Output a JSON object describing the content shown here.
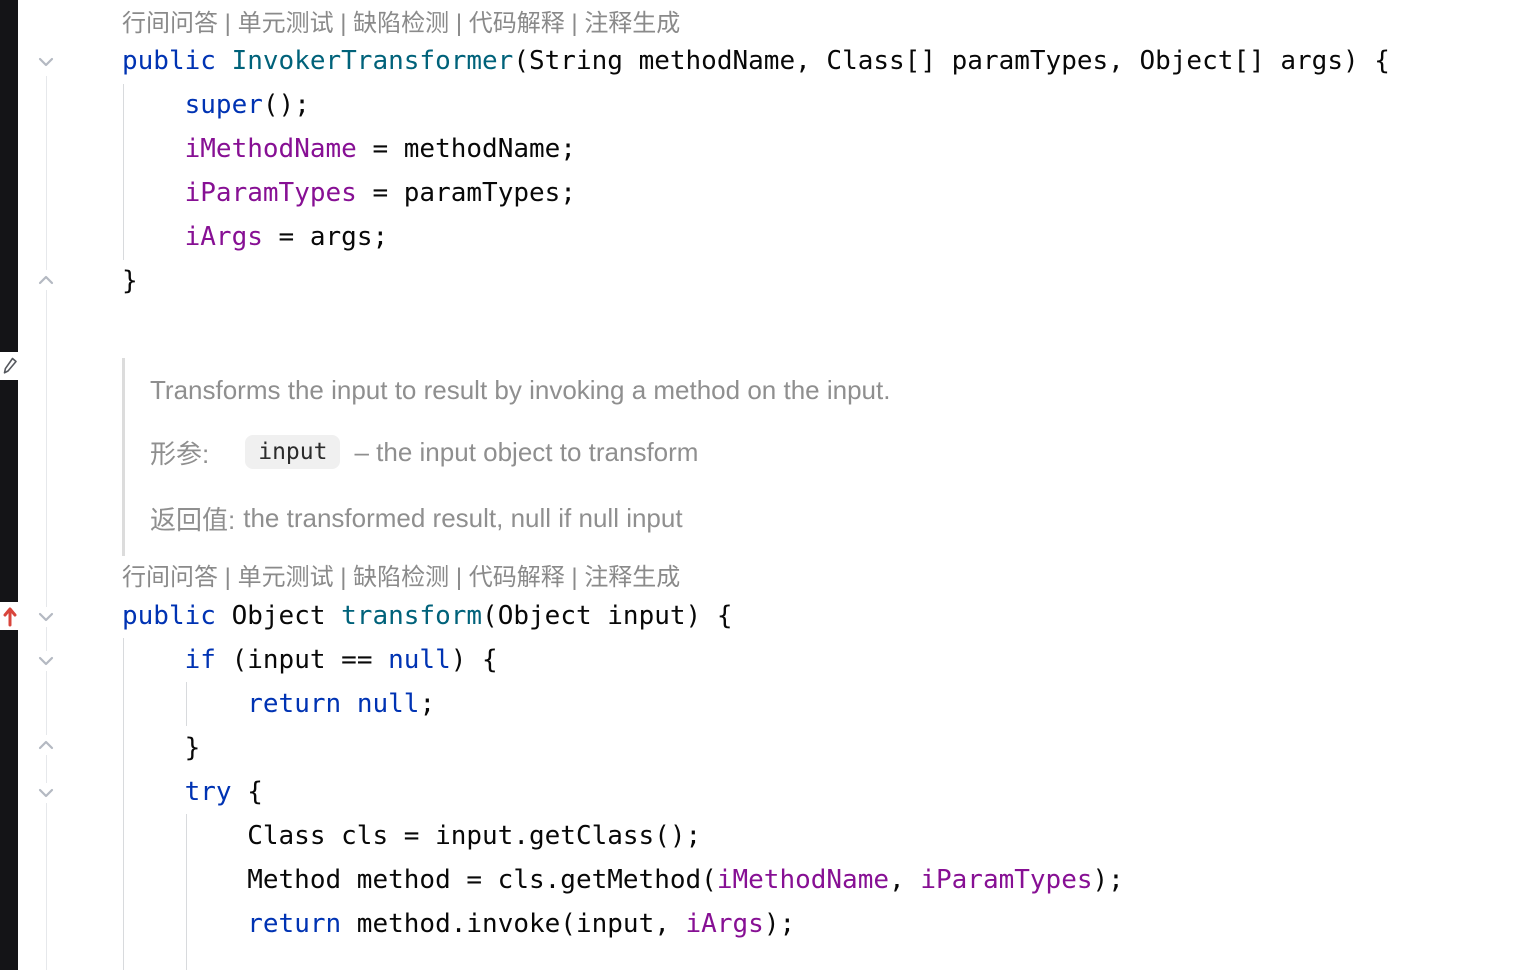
{
  "colors": {
    "keyword": "#0033B3",
    "declaration": "#00627A",
    "field": "#871094",
    "plain": "#080808",
    "hint": "#8A8A8A",
    "doc_text": "#8F8F8F",
    "chip_bg": "#F0F0F0",
    "left_bar": "#141417",
    "red_marker": "#D9453C",
    "editor_bg": "#FFFFFF"
  },
  "inline_actions": {
    "items": [
      "行间问答",
      "单元测试",
      "缺陷检测",
      "代码解释",
      "注释生成"
    ],
    "separator": " | "
  },
  "doc": {
    "summary": "Transforms the input to result by invoking a method on the input.",
    "param_label": "形参:",
    "param_name": "input",
    "param_description": "– the input object to transform",
    "return_label": "返回值:",
    "return_description": "the transformed result, null if null input"
  },
  "code": {
    "constructor_block": {
      "lines": [
        [
          {
            "c": "kw",
            "t": "public "
          },
          {
            "c": "decl",
            "t": "InvokerTransformer"
          },
          {
            "c": "plain",
            "t": "(String methodName, Class[] paramTypes, Object[] args) {"
          }
        ],
        [
          {
            "c": "plain",
            "t": "    "
          },
          {
            "c": "kw",
            "t": "super"
          },
          {
            "c": "plain",
            "t": "();"
          }
        ],
        [
          {
            "c": "plain",
            "t": "    "
          },
          {
            "c": "field",
            "t": "iMethodName"
          },
          {
            "c": "plain",
            "t": " = methodName;"
          }
        ],
        [
          {
            "c": "plain",
            "t": "    "
          },
          {
            "c": "field",
            "t": "iParamTypes"
          },
          {
            "c": "plain",
            "t": " = paramTypes;"
          }
        ],
        [
          {
            "c": "plain",
            "t": "    "
          },
          {
            "c": "field",
            "t": "iArgs"
          },
          {
            "c": "plain",
            "t": " = args;"
          }
        ],
        [
          {
            "c": "plain",
            "t": "}"
          }
        ]
      ]
    },
    "transform_block": {
      "lines": [
        [
          {
            "c": "kw",
            "t": "public "
          },
          {
            "c": "plain",
            "t": "Object "
          },
          {
            "c": "decl",
            "t": "transform"
          },
          {
            "c": "plain",
            "t": "(Object input) {"
          }
        ],
        [
          {
            "c": "plain",
            "t": "    "
          },
          {
            "c": "kw",
            "t": "if"
          },
          {
            "c": "plain",
            "t": " (input == "
          },
          {
            "c": "kw",
            "t": "null"
          },
          {
            "c": "plain",
            "t": ") {"
          }
        ],
        [
          {
            "c": "plain",
            "t": "        "
          },
          {
            "c": "kw",
            "t": "return"
          },
          {
            "c": "plain",
            "t": " "
          },
          {
            "c": "kw",
            "t": "null"
          },
          {
            "c": "plain",
            "t": ";"
          }
        ],
        [
          {
            "c": "plain",
            "t": "    }"
          }
        ],
        [
          {
            "c": "plain",
            "t": "    "
          },
          {
            "c": "kw",
            "t": "try"
          },
          {
            "c": "plain",
            "t": " {"
          }
        ],
        [
          {
            "c": "plain",
            "t": "        Class cls = input.getClass();"
          }
        ],
        [
          {
            "c": "plain",
            "t": "        Method method = cls.getMethod("
          },
          {
            "c": "field",
            "t": "iMethodName"
          },
          {
            "c": "plain",
            "t": ", "
          },
          {
            "c": "field",
            "t": "iParamTypes"
          },
          {
            "c": "plain",
            "t": ");"
          }
        ],
        [
          {
            "c": "plain",
            "t": "        "
          },
          {
            "c": "kw",
            "t": "return"
          },
          {
            "c": "plain",
            "t": " method.invoke(input, "
          },
          {
            "c": "field",
            "t": "iArgs"
          },
          {
            "c": "plain",
            "t": ");"
          }
        ]
      ]
    }
  }
}
